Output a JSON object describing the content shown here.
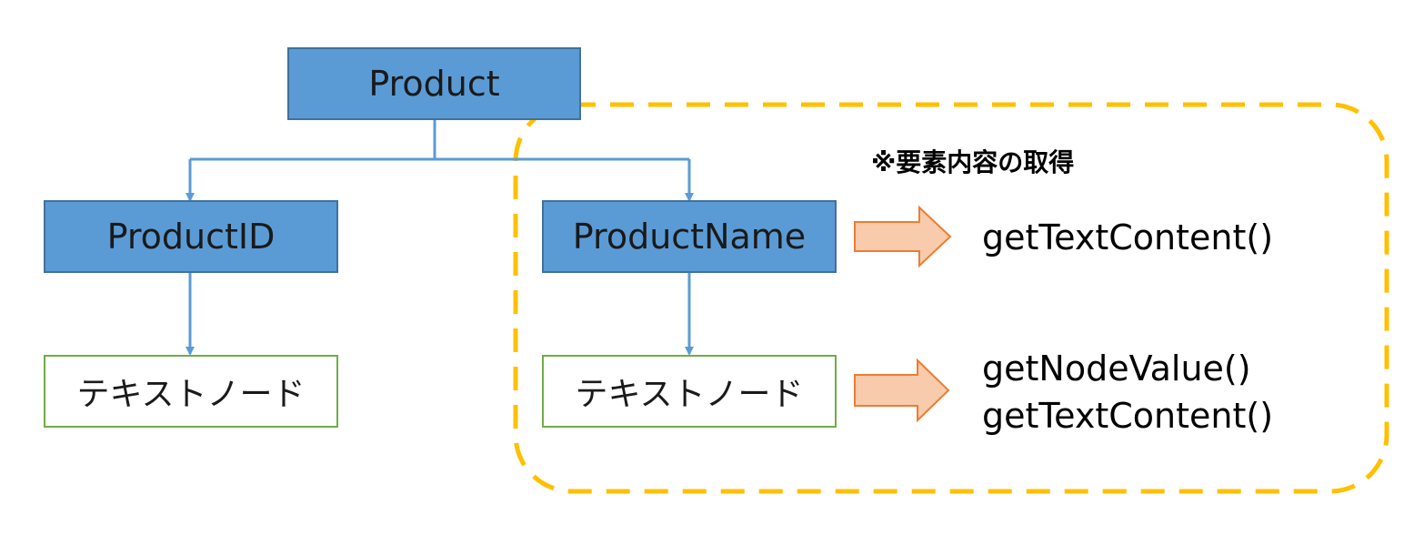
{
  "nodes": {
    "product": "Product",
    "product_id": "ProductID",
    "product_name": "ProductName",
    "text_node_left": "テキストノード",
    "text_node_right": "テキストノード"
  },
  "note": "※要素内容の取得",
  "methods": {
    "element": "getTextContent()",
    "text_node": [
      "getNodeValue()",
      "getTextContent()"
    ]
  },
  "colors": {
    "element_fill": "#5b9bd5",
    "element_border": "#41719c",
    "text_border": "#70ad47",
    "connector": "#5b9bd5",
    "arrow_fill": "#f8cbad",
    "arrow_border": "#ed7d31",
    "highlight_border": "#ffc000"
  },
  "icons": [
    "block-arrow-right-icon",
    "connector-arrow-icon"
  ]
}
